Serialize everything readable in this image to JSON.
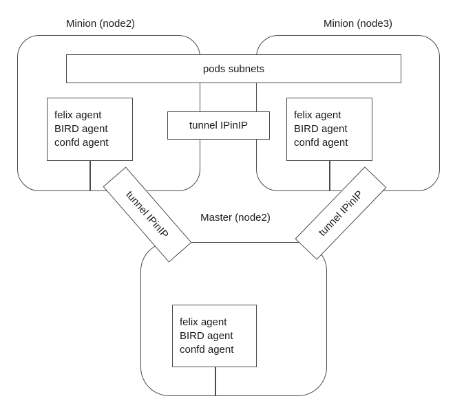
{
  "nodes": {
    "minion2": {
      "label": "Minion (node2)"
    },
    "minion3": {
      "label": "Minion (node3)"
    },
    "master": {
      "label": "Master (node2)"
    }
  },
  "boxes": {
    "pods_subnets": {
      "label": "pods subnets"
    },
    "tunnel_center": {
      "label": "tunnel IPinIP"
    },
    "tunnel_left": {
      "label": "tunnel IPinIP"
    },
    "tunnel_right": {
      "label": "tunnel IPinIP"
    },
    "agents_minion2": {
      "lines": [
        "felix agent",
        "BIRD agent",
        "confd agent"
      ]
    },
    "agents_minion3": {
      "lines": [
        "felix agent",
        "BIRD agent",
        "confd agent"
      ]
    },
    "agents_master": {
      "lines": [
        "felix agent",
        "BIRD agent",
        "confd agent"
      ]
    }
  },
  "colors": {
    "background": "#ffffff",
    "stroke": "#4a4a4a",
    "text": "#1a1a1a",
    "box_fill": "#ffffff"
  }
}
